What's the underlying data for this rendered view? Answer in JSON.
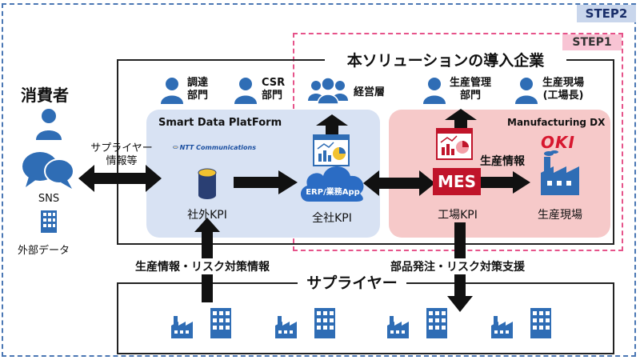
{
  "step2_label": "STEP2",
  "step1_label": "STEP1",
  "company_title": "本ソリューションの導入企業",
  "consumer": {
    "title": "消費者",
    "sns_label": "SNS",
    "external_data_label": "外部データ"
  },
  "supplier_info_label": "サプライヤー\n情報等",
  "departments": {
    "procurement": "調達\n部門",
    "csr": "CSR\n部門",
    "management": "経営層",
    "production_mgmt": "生産管理\n部門",
    "factory_site": "生産現場\n(工場長)"
  },
  "sdp": {
    "title": "Smart Data PlatForm",
    "logo_text": "NTT Communications",
    "kpi_label": "社外KPI"
  },
  "erp": {
    "badge": "ERP/業務App",
    "kpi_label": "全社KPI"
  },
  "mdx": {
    "title": "Manufacturing DX",
    "logo_text": "OKI",
    "mes_label": "MES",
    "production_info": "生産情報",
    "kpi_label": "工場KPI",
    "site_label": "生産現場"
  },
  "bottom_left_label": "生産情報・リスク対策情報",
  "bottom_right_label": "部品発注・リスク対策支援",
  "supplier_title": "サプライヤー",
  "colors": {
    "person_blue": "#2f6db5",
    "step2_border": "#4a77b4",
    "step1_border": "#e6538a",
    "sdp_panel": "#d8e2f3",
    "mdx_panel": "#f6c9c9",
    "mes_red": "#c0142a",
    "oki_red": "#d7172f"
  }
}
